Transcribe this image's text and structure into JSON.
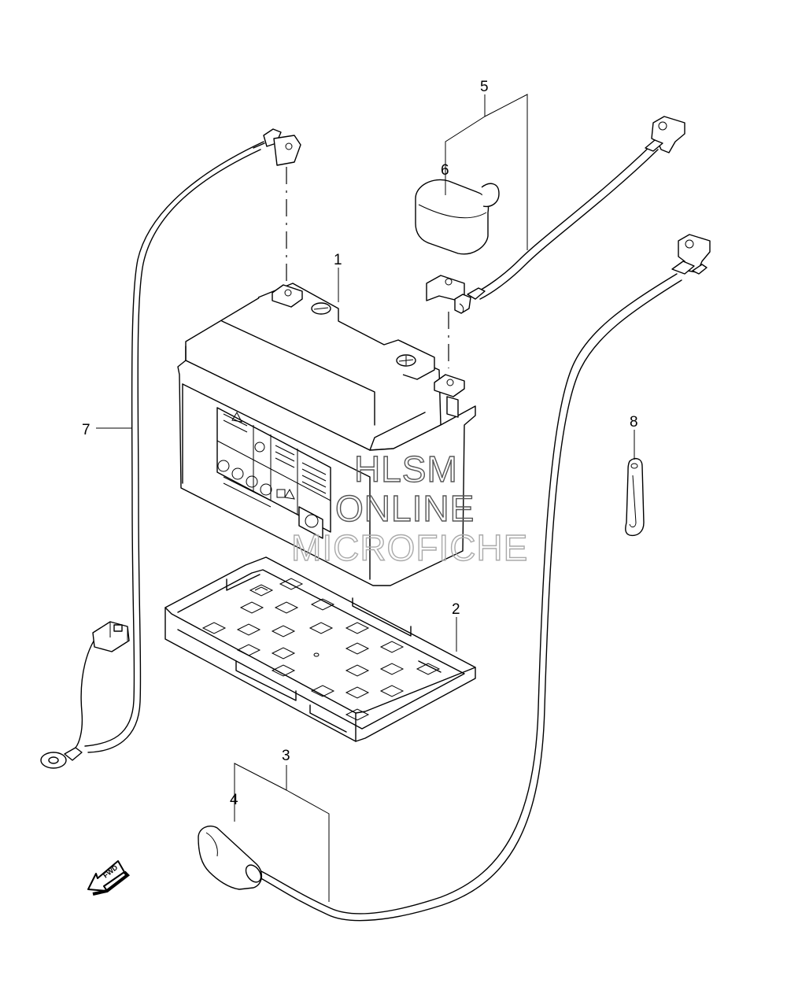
{
  "diagram": {
    "callouts": [
      {
        "id": "1",
        "label": "1"
      },
      {
        "id": "2",
        "label": "2"
      },
      {
        "id": "3",
        "label": "3"
      },
      {
        "id": "4",
        "label": "4"
      },
      {
        "id": "5",
        "label": "5"
      },
      {
        "id": "6",
        "label": "6"
      },
      {
        "id": "7",
        "label": "7"
      },
      {
        "id": "8",
        "label": "8"
      }
    ],
    "fwd_label": "FWD",
    "watermark": [
      "HLSM",
      "ONLINE",
      "MICROFICHE"
    ]
  }
}
